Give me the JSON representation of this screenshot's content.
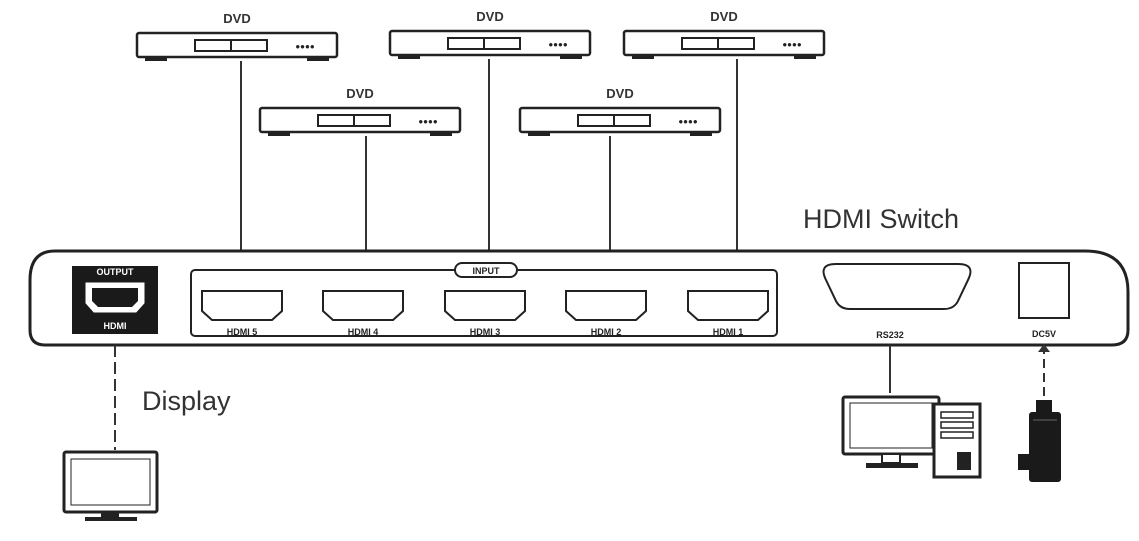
{
  "diagram": {
    "title": "HDMI Switch",
    "display_label": "Display",
    "dvd_players": [
      {
        "label": "DVD"
      },
      {
        "label": "DVD"
      },
      {
        "label": "DVD"
      },
      {
        "label": "DVD"
      },
      {
        "label": "DVD"
      }
    ],
    "switch": {
      "output_tag": "OUTPUT",
      "output_port_label": "HDMI",
      "input_tag": "INPUT",
      "input_ports": [
        "HDMI 5",
        "HDMI 4",
        "HDMI 3",
        "HDMI 2",
        "HDMI 1"
      ],
      "serial_label": "RS232",
      "power_label": "DC5V"
    }
  }
}
